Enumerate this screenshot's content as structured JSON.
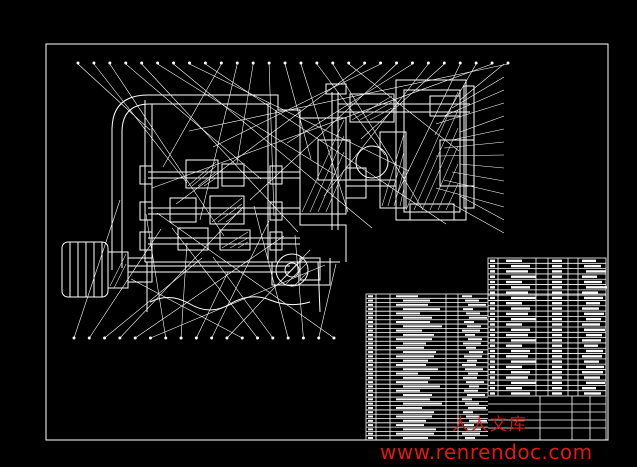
{
  "colors": {
    "background": "#000000",
    "line": "#ffffff",
    "hatch": "#d8d8d8",
    "watermark": "#e01818"
  },
  "watermark": {
    "cn": "人人文库",
    "url": "www.renrendoc.com"
  },
  "drawing": {
    "leader_count": 46,
    "bom_rows": 34,
    "parts_table_rows": 26
  }
}
